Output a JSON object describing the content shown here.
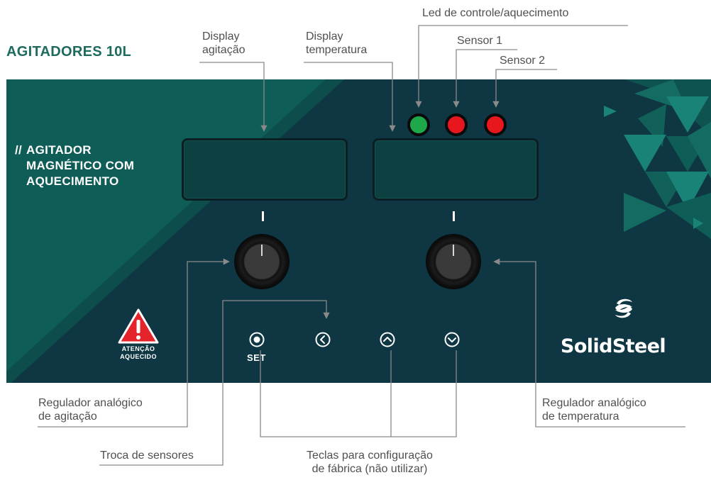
{
  "title": "AGITADORES 10L",
  "panel": {
    "product_title": {
      "prefix": "//",
      "lines": [
        "AGITADOR",
        "MAGNÉTICO COM",
        "AQUECIMENTO"
      ]
    },
    "set_label": "SET",
    "warning": {
      "lines": [
        "ATENÇÃO",
        "AQUECIDO"
      ]
    },
    "brand": "SolidSteel",
    "leds": [
      {
        "name": "control",
        "color": "#1ea84a"
      },
      {
        "name": "sensor-1",
        "color": "#e8161d"
      },
      {
        "name": "sensor-2",
        "color": "#e8161d"
      }
    ],
    "colors": {
      "panel_bg": "#0e3743",
      "diagonal_band": "#0f5d57",
      "accent_teal": "#1e6a5e",
      "warning_red": "#e5232a"
    }
  },
  "callouts": {
    "display_agitacao": [
      "Display",
      "agitação"
    ],
    "display_temperatura": [
      "Display",
      "temperatura"
    ],
    "led_controle": "Led de controle/aquecimento",
    "sensor_1": "Sensor 1",
    "sensor_2": "Sensor 2",
    "regulador_agitacao": [
      "Regulador analógico",
      "de agitação"
    ],
    "regulador_temperatura": [
      "Regulador analógico",
      "de temperatura"
    ],
    "troca_sensores": "Troca de sensores",
    "teclas_configuracao": [
      "Teclas para configuração",
      "de fábrica (não utilizar)"
    ]
  },
  "icons": {
    "set_button": "radio-dot-icon",
    "left_button": "chevron-left-circle-icon",
    "up_button": "chevron-up-circle-icon",
    "down_button": "chevron-down-circle-icon",
    "warning": "warning-triangle-icon",
    "brand_logo": "swirl-logo-icon"
  }
}
